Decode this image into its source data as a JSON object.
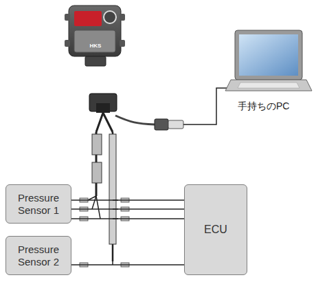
{
  "diagram": {
    "nodes": [
      {
        "text": [
          "Pressure Sensor 1"
        ]
      },
      {
        "text": [
          "Pressure Sensor 2"
        ]
      },
      {
        "text": [
          "ECU"
        ]
      }
    ],
    "edges": [
      {
        "from": 0,
        "to": 2,
        "arrow": "none"
      },
      {
        "from": 0,
        "to": 2,
        "arrow": "none"
      },
      {
        "from": 0,
        "to": 2,
        "arrow": "none"
      },
      {
        "from": 1,
        "to": 2,
        "arrow": "none"
      }
    ],
    "labels": [
      "HKS",
      "手持ちのPC"
    ]
  }
}
